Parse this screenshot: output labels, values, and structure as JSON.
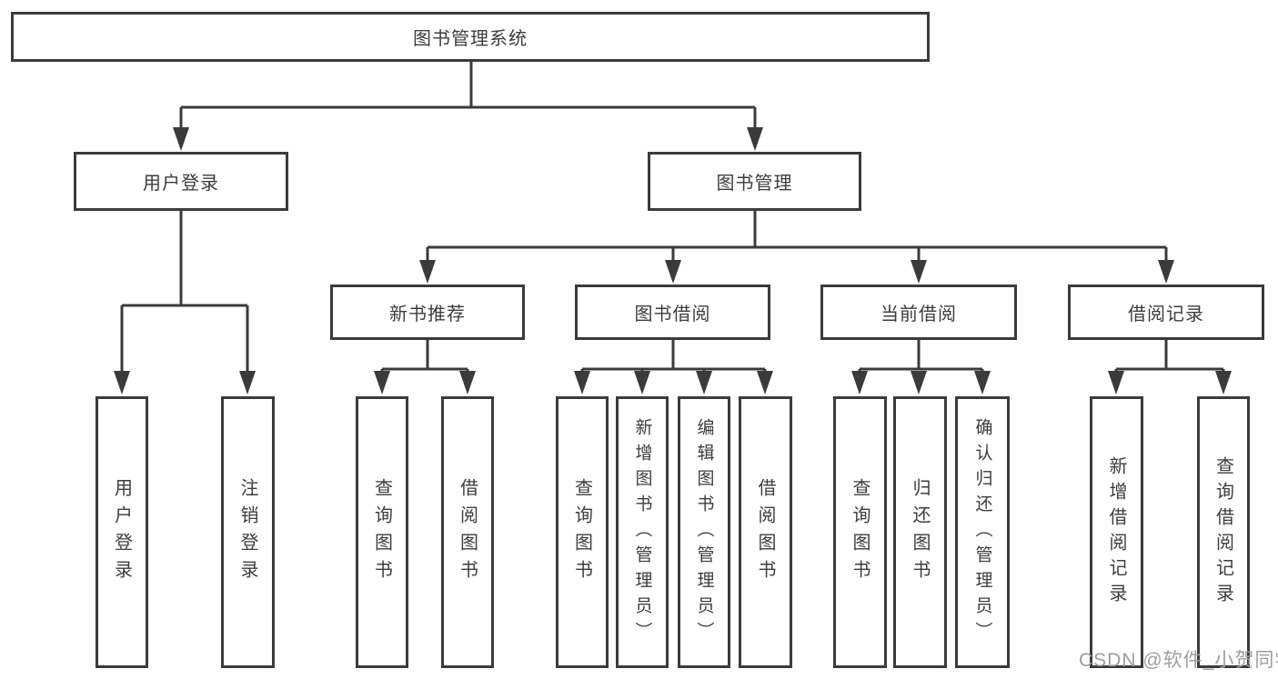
{
  "diagram": {
    "type": "hierarchy-tree",
    "nodes": {
      "root": {
        "label": "图书管理系统"
      },
      "level1": [
        {
          "label": "用户登录",
          "parent": "图书管理系统"
        },
        {
          "label": "图书管理",
          "parent": "图书管理系统"
        }
      ],
      "level2": [
        {
          "label": "新书推荐",
          "parent": "图书管理"
        },
        {
          "label": "图书借阅",
          "parent": "图书管理"
        },
        {
          "label": "当前借阅",
          "parent": "图书管理"
        },
        {
          "label": "借阅记录",
          "parent": "图书管理"
        }
      ],
      "leaves": [
        {
          "label": "用户登录",
          "parent": "用户登录"
        },
        {
          "label": "注销登录",
          "parent": "用户登录"
        },
        {
          "label": "查询图书",
          "parent": "新书推荐"
        },
        {
          "label": "借阅图书",
          "parent": "新书推荐"
        },
        {
          "label": "查询图书",
          "parent": "图书借阅"
        },
        {
          "label": "新增图书（管理员）",
          "parent": "图书借阅"
        },
        {
          "label": "编辑图书（管理员）",
          "parent": "图书借阅"
        },
        {
          "label": "借阅图书",
          "parent": "图书借阅"
        },
        {
          "label": "查询图书",
          "parent": "当前借阅"
        },
        {
          "label": "归还图书",
          "parent": "当前借阅"
        },
        {
          "label": "确认归还（管理员）",
          "parent": "当前借阅"
        },
        {
          "label": "新增借阅记录",
          "parent": "借阅记录"
        },
        {
          "label": "查询借阅记录",
          "parent": "借阅记录"
        }
      ]
    }
  },
  "watermark": {
    "text": "CSDN @软件_小贺同学"
  },
  "colors": {
    "line": "#3b3b3b",
    "box_border": "#3b3b3b",
    "text": "#3d3d3d",
    "watermark": "#9e9e9e",
    "background": "#ffffff"
  }
}
